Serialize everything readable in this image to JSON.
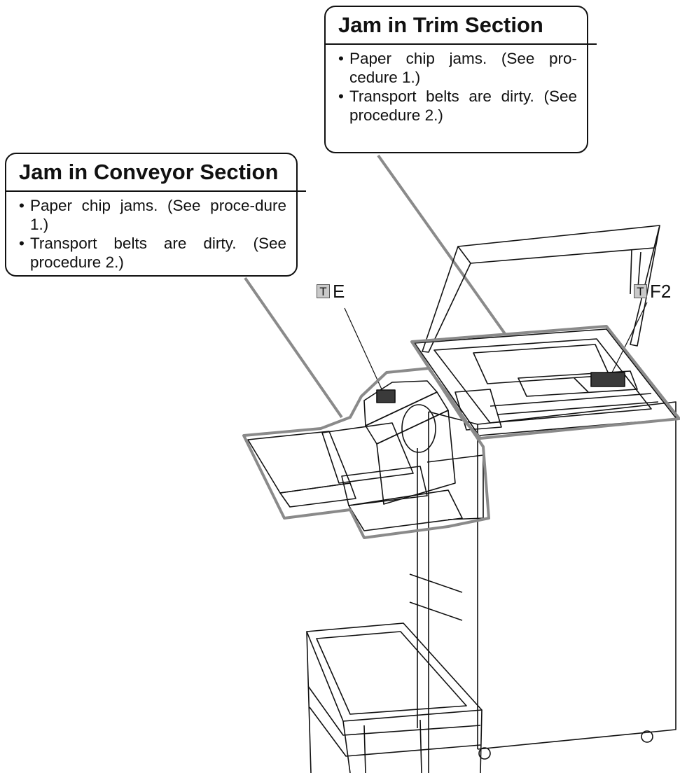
{
  "callouts": {
    "trim": {
      "title": "Jam in Trim Section",
      "items": [
        "Paper chip jams. (See pro-cedure 1.)",
        "Transport belts are dirty. (See procedure 2.)"
      ]
    },
    "conveyor": {
      "title": "Jam in Conveyor Section",
      "items": [
        "Paper chip jams. (See proce-dure 1.)",
        "Transport belts are dirty. (See procedure 2.)"
      ]
    }
  },
  "labels": {
    "e": {
      "badge": "T",
      "text": "E"
    },
    "f2": {
      "badge": "T",
      "text": "F2"
    }
  },
  "colors": {
    "line": "#111111",
    "highlight": "#8a8a8a",
    "badge_fill": "#c9c9c9"
  }
}
